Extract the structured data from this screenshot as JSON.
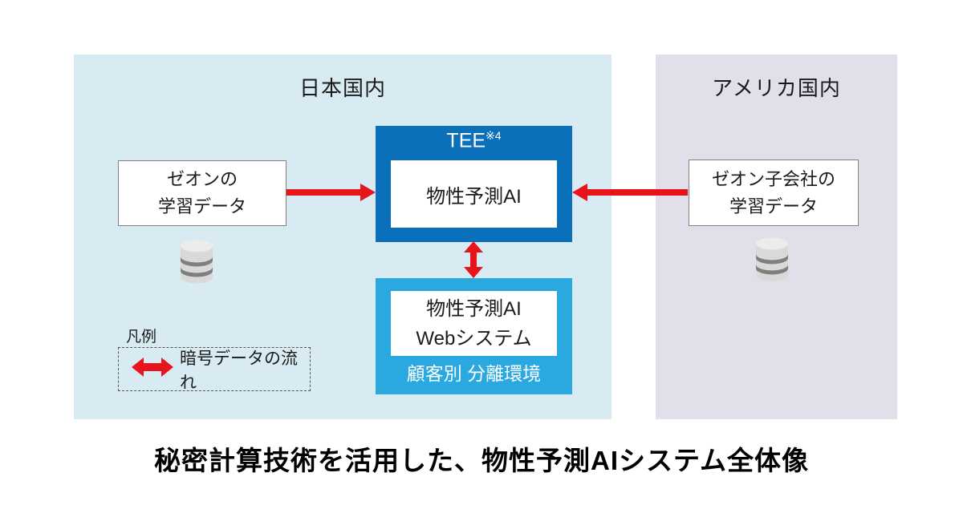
{
  "colors": {
    "page-bg": "#ffffff",
    "japan-bg": "#D9EBF2",
    "america-bg": "#E2DEEA",
    "tee-blue": "#0A70B9",
    "web-cyan": "#29A9E0",
    "arrow-red": "#E8141C",
    "box-border": "#808080",
    "text-dark": "#1a1a1a",
    "db-body": "#D9D9D9",
    "db-top": "#ECECEC",
    "db-band": "#7F7F7F"
  },
  "zones": {
    "japan": {
      "title": "日本国内"
    },
    "america": {
      "title": "アメリカ国内"
    }
  },
  "nodes": {
    "zeon_data": {
      "line1": "ゼオンの",
      "line2": "学習データ"
    },
    "tee": {
      "label": "TEE",
      "note": "※4"
    },
    "ai": {
      "label": "物性予測AI"
    },
    "web": {
      "line1": "物性予測AI",
      "line2": "Webシステム",
      "env_label": "顧客別 分離環境"
    },
    "subsidiary_data": {
      "line1": "ゼオン子会社の",
      "line2": "学習データ"
    }
  },
  "icons": {
    "database": "database-icon",
    "flow_arrow": "red-double-arrow-icon"
  },
  "legend": {
    "title": "凡例",
    "item": "暗号データの流れ"
  },
  "caption": "秘密計算技術を活用した、物性予測AIシステム全体像"
}
